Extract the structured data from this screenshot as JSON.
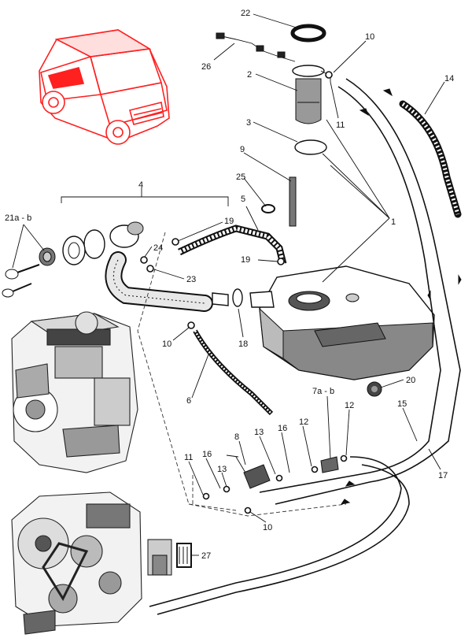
{
  "colors": {
    "ink": "#111111",
    "vehicle": "#ff2020",
    "paper": "#ffffff"
  },
  "icons": {
    "vehicle": "car-highlight-icon",
    "engine": "engine-icon",
    "key": "key-icon",
    "flow": "flow-arrow-icon"
  },
  "callouts": [
    {
      "id": "c22",
      "label": "22"
    },
    {
      "id": "c10a",
      "label": "10"
    },
    {
      "id": "c26",
      "label": "26"
    },
    {
      "id": "c2",
      "label": "2"
    },
    {
      "id": "c14",
      "label": "14"
    },
    {
      "id": "c11a",
      "label": "11"
    },
    {
      "id": "c3",
      "label": "3"
    },
    {
      "id": "c9",
      "label": "9"
    },
    {
      "id": "c25",
      "label": "25"
    },
    {
      "id": "c4",
      "label": "4"
    },
    {
      "id": "c5",
      "label": "5"
    },
    {
      "id": "c1",
      "label": "1"
    },
    {
      "id": "c21",
      "label": "21a - b"
    },
    {
      "id": "c19a",
      "label": "19"
    },
    {
      "id": "c24",
      "label": "24"
    },
    {
      "id": "c19b",
      "label": "19"
    },
    {
      "id": "c23",
      "label": "23"
    },
    {
      "id": "c10b",
      "label": "10"
    },
    {
      "id": "c18",
      "label": "18"
    },
    {
      "id": "c20",
      "label": "20"
    },
    {
      "id": "c6",
      "label": "6"
    },
    {
      "id": "c7",
      "label": "7a - b"
    },
    {
      "id": "c12a",
      "label": "12"
    },
    {
      "id": "c15",
      "label": "15"
    },
    {
      "id": "c8",
      "label": "8"
    },
    {
      "id": "c13a",
      "label": "13"
    },
    {
      "id": "c16a",
      "label": "16"
    },
    {
      "id": "c12b",
      "label": "12"
    },
    {
      "id": "c11b",
      "label": "11"
    },
    {
      "id": "c16b",
      "label": "16"
    },
    {
      "id": "c13b",
      "label": "13"
    },
    {
      "id": "c17",
      "label": "17"
    },
    {
      "id": "c10c",
      "label": "10"
    },
    {
      "id": "c27",
      "label": "27"
    }
  ]
}
